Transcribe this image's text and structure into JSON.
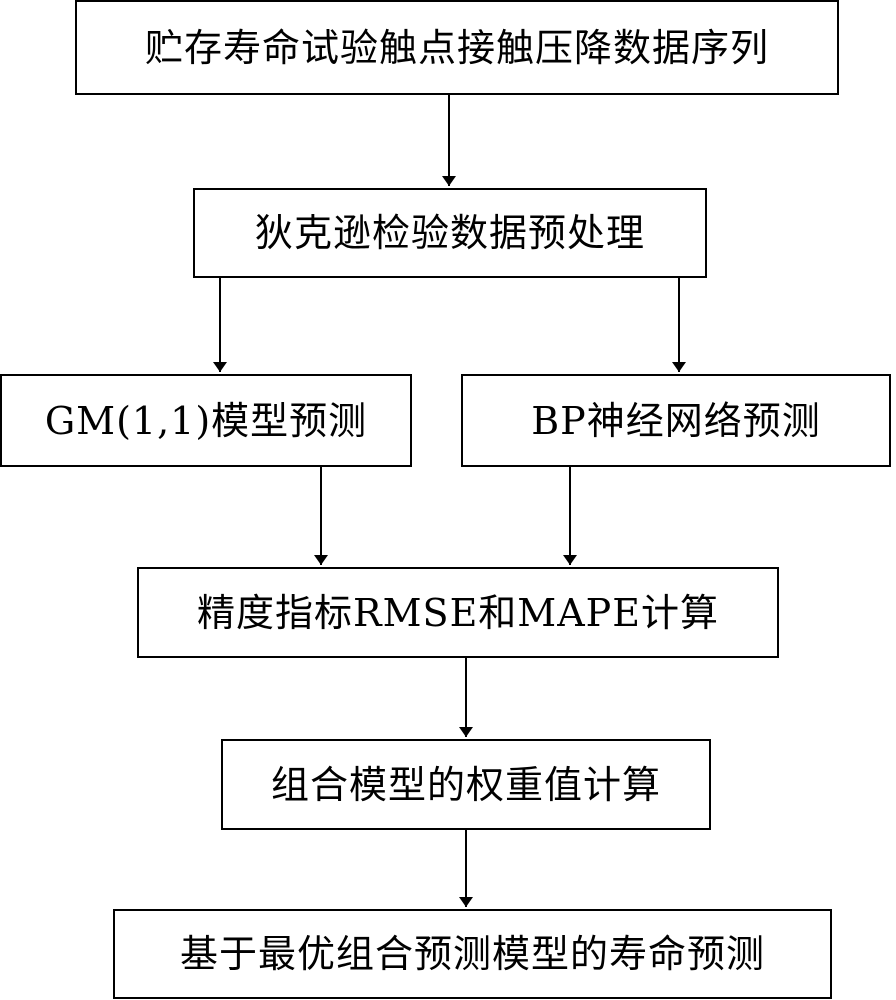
{
  "diagram": {
    "nodes": [
      {
        "id": "n1",
        "label": "贮存寿命试验触点接触压降数据序列"
      },
      {
        "id": "n2",
        "label": "狄克逊检验数据预处理"
      },
      {
        "id": "n3",
        "label": "GM(1,1)模型预测"
      },
      {
        "id": "n4",
        "label": "BP神经网络预测"
      },
      {
        "id": "n5",
        "label": "精度指标RMSE和MAPE计算"
      },
      {
        "id": "n6",
        "label": "组合模型的权重值计算"
      },
      {
        "id": "n7",
        "label": "基于最优组合预测模型的寿命预测"
      }
    ],
    "edges": [
      {
        "from": "n1",
        "to": "n2"
      },
      {
        "from": "n2",
        "to": "n3"
      },
      {
        "from": "n2",
        "to": "n4"
      },
      {
        "from": "n3",
        "to": "n5"
      },
      {
        "from": "n4",
        "to": "n5"
      },
      {
        "from": "n5",
        "to": "n6"
      },
      {
        "from": "n6",
        "to": "n7"
      }
    ],
    "colors": {
      "stroke": "#000000",
      "background": "#ffffff",
      "text": "#000000"
    }
  }
}
